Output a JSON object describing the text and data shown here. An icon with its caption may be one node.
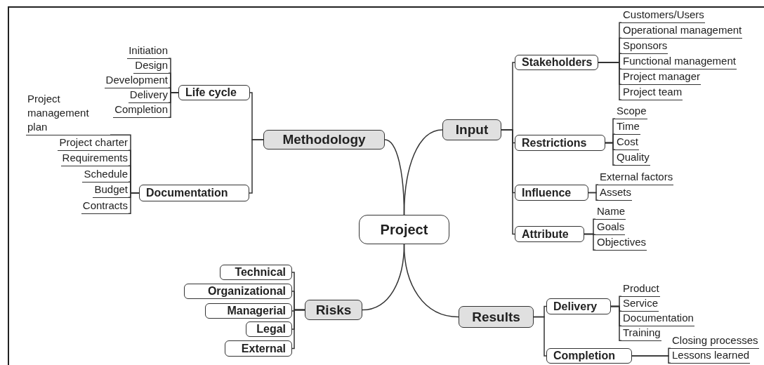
{
  "diagram": {
    "nodes": [
      {
        "text": [
          "Project"
        ]
      },
      {
        "text": [
          "Methodology"
        ]
      },
      {
        "text": [
          "Life cycle"
        ]
      },
      {
        "text": [
          "Initiation"
        ]
      },
      {
        "text": [
          "Design"
        ]
      },
      {
        "text": [
          "Development"
        ]
      },
      {
        "text": [
          "Delivery"
        ]
      },
      {
        "text": [
          "Completion"
        ]
      },
      {
        "text": [
          "Documentation"
        ]
      },
      {
        "text": [
          "Project management plan"
        ]
      },
      {
        "text": [
          "Project charter"
        ]
      },
      {
        "text": [
          "Requirements"
        ]
      },
      {
        "text": [
          "Schedule"
        ]
      },
      {
        "text": [
          "Budget"
        ]
      },
      {
        "text": [
          "Contracts"
        ]
      },
      {
        "text": [
          "Input"
        ]
      },
      {
        "text": [
          "Stakeholders"
        ]
      },
      {
        "text": [
          "Customers/Users"
        ]
      },
      {
        "text": [
          "Operational management"
        ]
      },
      {
        "text": [
          "Sponsors"
        ]
      },
      {
        "text": [
          "Functional management"
        ]
      },
      {
        "text": [
          "Project manager"
        ]
      },
      {
        "text": [
          "Project team"
        ]
      },
      {
        "text": [
          "Restrictions"
        ]
      },
      {
        "text": [
          "Scope"
        ]
      },
      {
        "text": [
          "Time"
        ]
      },
      {
        "text": [
          "Cost"
        ]
      },
      {
        "text": [
          "Quality"
        ]
      },
      {
        "text": [
          "Influence"
        ]
      },
      {
        "text": [
          "External factors"
        ]
      },
      {
        "text": [
          "Assets"
        ]
      },
      {
        "text": [
          "Attribute"
        ]
      },
      {
        "text": [
          "Name"
        ]
      },
      {
        "text": [
          "Goals"
        ]
      },
      {
        "text": [
          "Objectives"
        ]
      },
      {
        "text": [
          "Risks"
        ]
      },
      {
        "text": [
          "Technical"
        ]
      },
      {
        "text": [
          "Organizational"
        ]
      },
      {
        "text": [
          "Managerial"
        ]
      },
      {
        "text": [
          "Legal"
        ]
      },
      {
        "text": [
          "External"
        ]
      },
      {
        "text": [
          "Results"
        ]
      },
      {
        "text": [
          "Delivery"
        ]
      },
      {
        "text": [
          "Product"
        ]
      },
      {
        "text": [
          "Service"
        ]
      },
      {
        "text": [
          "Documentation"
        ]
      },
      {
        "text": [
          "Training"
        ]
      },
      {
        "text": [
          "Completion"
        ]
      },
      {
        "text": [
          "Closing processes"
        ]
      },
      {
        "text": [
          "Lessons learned"
        ]
      }
    ],
    "edges": [
      {
        "from": 0,
        "to": 1,
        "arrow": "none"
      },
      {
        "from": 0,
        "to": 15,
        "arrow": "none"
      },
      {
        "from": 0,
        "to": 35,
        "arrow": "none"
      },
      {
        "from": 0,
        "to": 41,
        "arrow": "none"
      },
      {
        "from": 1,
        "to": 2,
        "arrow": "none"
      },
      {
        "from": 1,
        "to": 8,
        "arrow": "none"
      },
      {
        "from": 2,
        "to": 3,
        "arrow": "none"
      },
      {
        "from": 2,
        "to": 4,
        "arrow": "none"
      },
      {
        "from": 2,
        "to": 5,
        "arrow": "none"
      },
      {
        "from": 2,
        "to": 6,
        "arrow": "none"
      },
      {
        "from": 2,
        "to": 7,
        "arrow": "none"
      },
      {
        "from": 8,
        "to": 9,
        "arrow": "none"
      },
      {
        "from": 8,
        "to": 10,
        "arrow": "none"
      },
      {
        "from": 8,
        "to": 11,
        "arrow": "none"
      },
      {
        "from": 8,
        "to": 12,
        "arrow": "none"
      },
      {
        "from": 8,
        "to": 13,
        "arrow": "none"
      },
      {
        "from": 8,
        "to": 14,
        "arrow": "none"
      },
      {
        "from": 15,
        "to": 16,
        "arrow": "none"
      },
      {
        "from": 15,
        "to": 23,
        "arrow": "none"
      },
      {
        "from": 15,
        "to": 28,
        "arrow": "none"
      },
      {
        "from": 15,
        "to": 31,
        "arrow": "none"
      },
      {
        "from": 16,
        "to": 17,
        "arrow": "none"
      },
      {
        "from": 16,
        "to": 18,
        "arrow": "none"
      },
      {
        "from": 16,
        "to": 19,
        "arrow": "none"
      },
      {
        "from": 16,
        "to": 20,
        "arrow": "none"
      },
      {
        "from": 16,
        "to": 21,
        "arrow": "none"
      },
      {
        "from": 16,
        "to": 22,
        "arrow": "none"
      },
      {
        "from": 23,
        "to": 24,
        "arrow": "none"
      },
      {
        "from": 23,
        "to": 25,
        "arrow": "none"
      },
      {
        "from": 23,
        "to": 26,
        "arrow": "none"
      },
      {
        "from": 23,
        "to": 27,
        "arrow": "none"
      },
      {
        "from": 28,
        "to": 29,
        "arrow": "none"
      },
      {
        "from": 28,
        "to": 30,
        "arrow": "none"
      },
      {
        "from": 31,
        "to": 32,
        "arrow": "none"
      },
      {
        "from": 31,
        "to": 33,
        "arrow": "none"
      },
      {
        "from": 31,
        "to": 34,
        "arrow": "none"
      },
      {
        "from": 35,
        "to": 36,
        "arrow": "none"
      },
      {
        "from": 35,
        "to": 37,
        "arrow": "none"
      },
      {
        "from": 35,
        "to": 38,
        "arrow": "none"
      },
      {
        "from": 35,
        "to": 39,
        "arrow": "none"
      },
      {
        "from": 35,
        "to": 40,
        "arrow": "none"
      },
      {
        "from": 41,
        "to": 42,
        "arrow": "none"
      },
      {
        "from": 41,
        "to": 47,
        "arrow": "none"
      },
      {
        "from": 42,
        "to": 43,
        "arrow": "none"
      },
      {
        "from": 42,
        "to": 44,
        "arrow": "none"
      },
      {
        "from": 42,
        "to": 45,
        "arrow": "none"
      },
      {
        "from": 42,
        "to": 46,
        "arrow": "none"
      },
      {
        "from": 47,
        "to": 48,
        "arrow": "none"
      },
      {
        "from": 47,
        "to": 49,
        "arrow": "none"
      }
    ]
  }
}
